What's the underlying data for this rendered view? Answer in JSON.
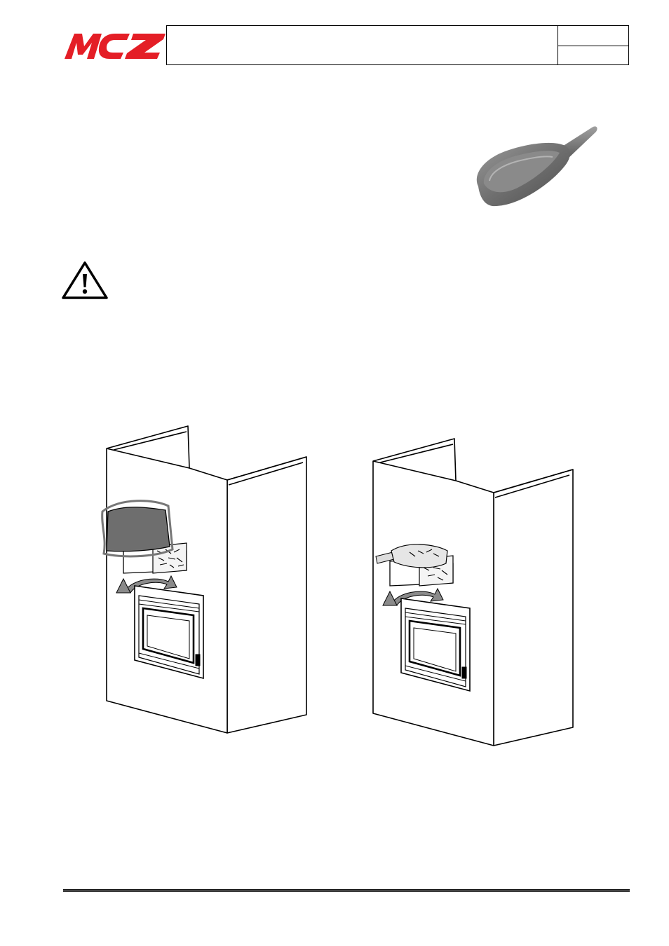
{
  "header": {
    "brand": "MCZ",
    "brand_color": "#e41e26",
    "title": "",
    "code": "",
    "page": ""
  },
  "figures": {
    "scoop_icon": "pellet-scoop-icon",
    "warning_icon": "warning-triangle-icon",
    "left_drawing": "stove-loading-with-bag",
    "right_drawing": "stove-loading-with-scoop"
  }
}
